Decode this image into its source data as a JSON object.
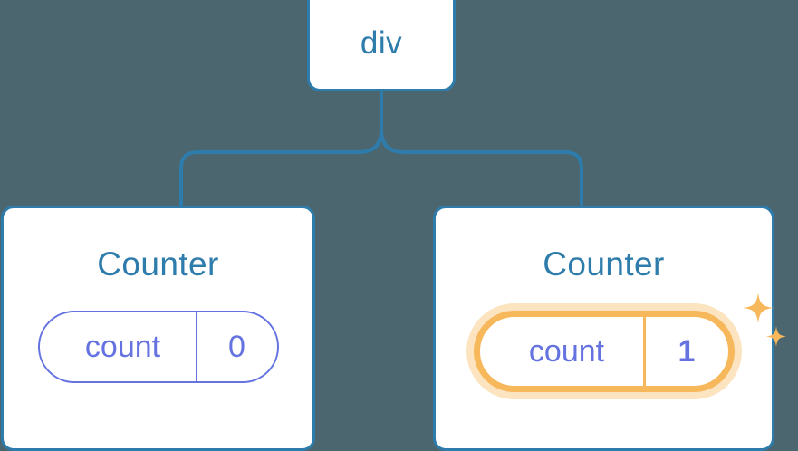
{
  "diagram": {
    "title": "React component tree with state update highlight",
    "background_color": "#4c6670",
    "node_border_color": "#2e7cab",
    "node_text_color": "#2e7cab",
    "state_color": "#6573e0",
    "highlight_color": "#f7b85c",
    "highlight_glow_color": "#fbdcab",
    "connector_color": "#2e7cab"
  },
  "root": {
    "label": "div"
  },
  "children": [
    {
      "title": "Counter",
      "state": {
        "key": "count",
        "value": "0"
      },
      "highlighted": false,
      "sparkle": false
    },
    {
      "title": "Counter",
      "state": {
        "key": "count",
        "value": "1"
      },
      "highlighted": true,
      "sparkle": true,
      "sparkle_icon": "sparkles-icon"
    }
  ]
}
